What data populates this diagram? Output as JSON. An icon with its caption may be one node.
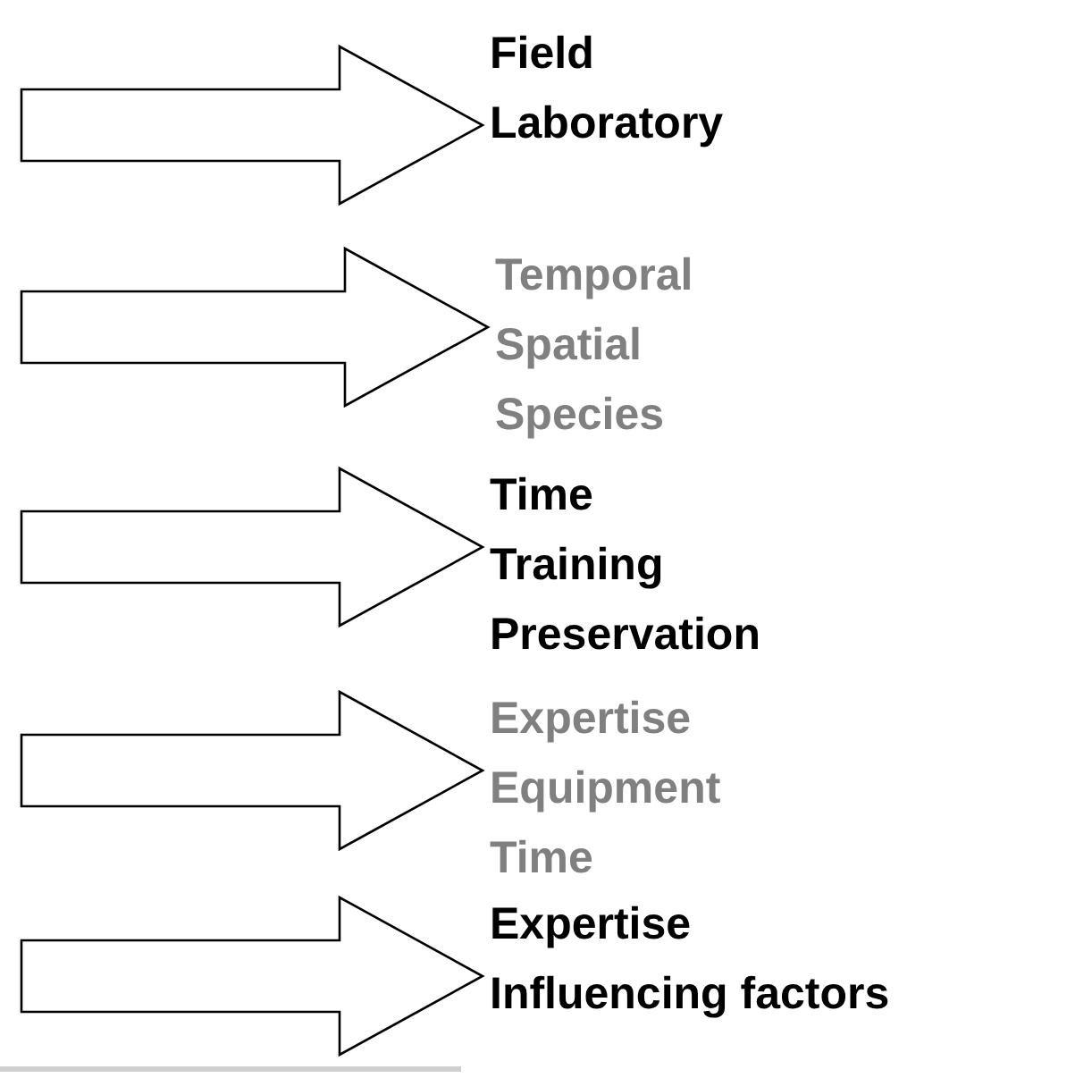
{
  "diagram": {
    "nodes": [
      {
        "text": [
          "Field",
          "Laboratory"
        ]
      },
      {
        "text": [
          "Temporal",
          "Spatial",
          "Species"
        ]
      },
      {
        "text": [
          "Time",
          "Training",
          "Preservation"
        ]
      },
      {
        "text": [
          "Expertise",
          "Equipment",
          "Time"
        ]
      },
      {
        "text": [
          "Expertise",
          "Influencing factors"
        ]
      }
    ],
    "edges": [
      {
        "from": null,
        "to": 0,
        "arrow": "to"
      },
      {
        "from": null,
        "to": 1,
        "arrow": "to"
      },
      {
        "from": null,
        "to": 2,
        "arrow": "to"
      },
      {
        "from": null,
        "to": 3,
        "arrow": "to"
      },
      {
        "from": null,
        "to": 4,
        "arrow": "to"
      }
    ]
  }
}
